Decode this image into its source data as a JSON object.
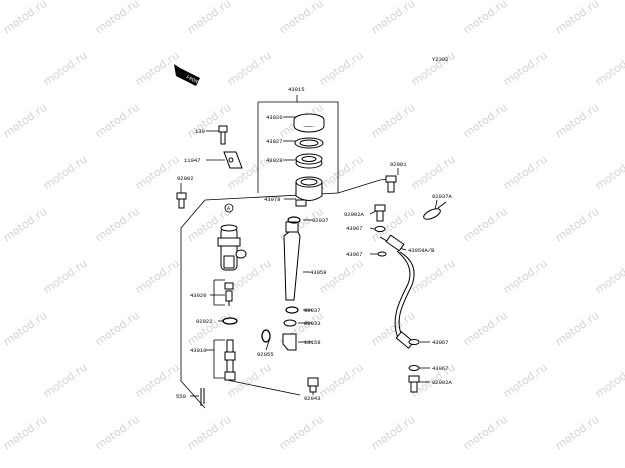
{
  "watermark": "motod.ru",
  "diagram_id": "Y2392",
  "front_label": "FRONT",
  "parts": {
    "p43015": "43015",
    "p43026": "43026",
    "p43027": "43027",
    "p43028": "43028",
    "p130": "130",
    "p11047": "11047",
    "p92002": "92002",
    "p43078": "43078",
    "p92001": "92001",
    "p92037A": "92037A",
    "p92037a": "92037",
    "p92002A_top": "92002A",
    "p43067_1": "43067",
    "p43067_2": "43067",
    "p43059": "43059",
    "p43059AB": "43059A/B",
    "p43020": "43020",
    "p92037b": "92037",
    "p92022": "92022",
    "p92033": "92033",
    "p43010": "43010",
    "p13159": "13159",
    "p92055": "92055",
    "p43067_3": "43067",
    "p43067_4": "43067",
    "p92002A_bot": "92002A",
    "p550": "550",
    "p92043": "92043",
    "ref_a": "A"
  }
}
